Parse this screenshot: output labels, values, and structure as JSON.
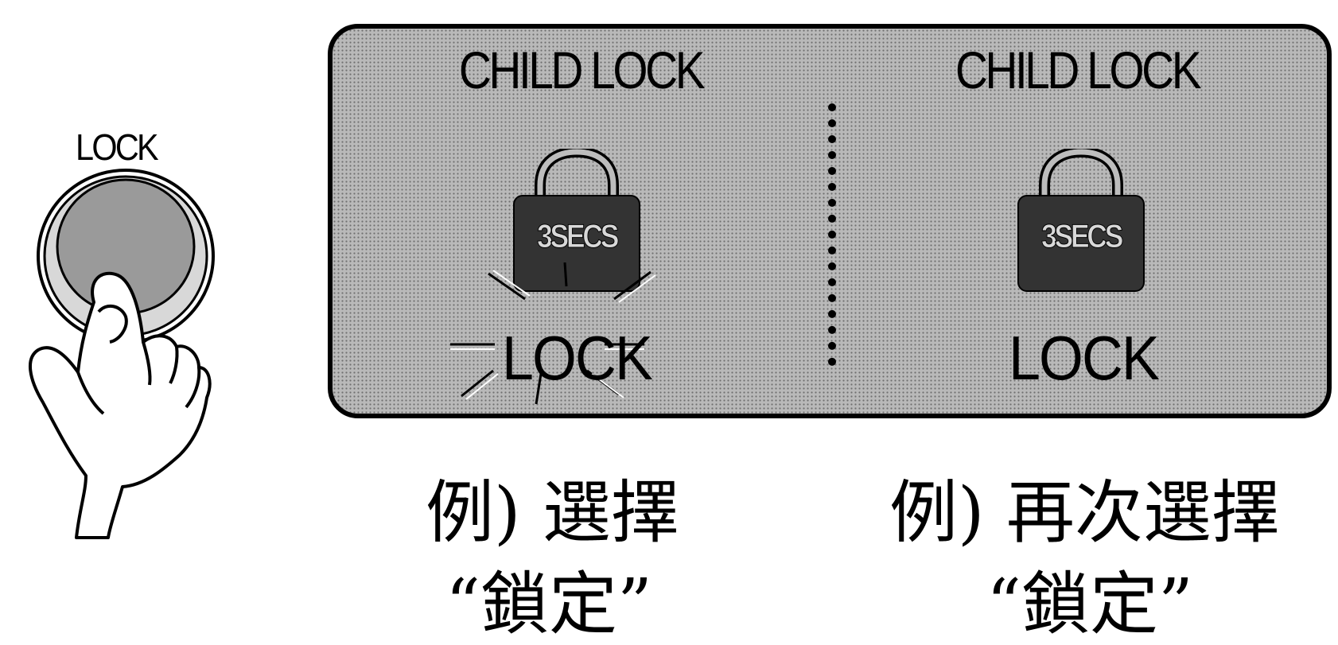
{
  "button": {
    "label": "LOCK"
  },
  "display": {
    "left_panel": {
      "title": "CHILD LOCK",
      "padlock_text": "3SECS",
      "lock_word": "LOCK"
    },
    "right_panel": {
      "title": "CHILD LOCK",
      "padlock_text": "3SECS",
      "lock_word": "LOCK"
    }
  },
  "captions": {
    "left": {
      "line1": "例) 選擇",
      "line2": "“鎖定”"
    },
    "right": {
      "line1": "例) 再次選擇",
      "line2": "“鎖定”"
    }
  },
  "icons": [
    "hand-pressing-icon",
    "padlock-icon",
    "blink-rays-icon"
  ],
  "colors": {
    "display_bg": "#b9b9b9",
    "padlock": "#333333",
    "line": "#000000"
  }
}
